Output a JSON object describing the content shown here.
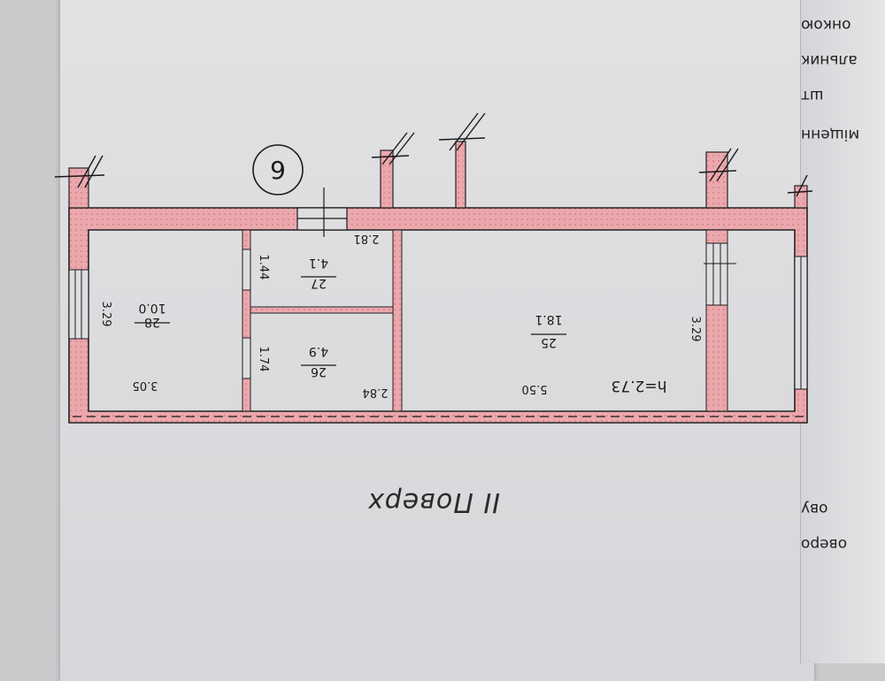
{
  "floor_title": "II Поверх",
  "plan_number": "6",
  "ceiling_height": "h=2.73",
  "rooms": [
    {
      "id": "28",
      "area": "10.0",
      "length": "3.05",
      "width": "3.29"
    },
    {
      "id": "27",
      "area": "4.1",
      "length": "2.81",
      "width": "1.44"
    },
    {
      "id": "26",
      "area": "4.9",
      "length": "2.84",
      "width": "1.74"
    },
    {
      "id": "25",
      "area": "18.1",
      "length": "5.50",
      "width": "3.29"
    }
  ],
  "margin_text": [
    "онкою",
    "альник",
    "шт",
    "міщенн",
    "ову",
    "оверо"
  ],
  "colors": {
    "wall_fill": "#e89aa0",
    "ink": "#1a1a1a",
    "paper": "#dedee1"
  }
}
